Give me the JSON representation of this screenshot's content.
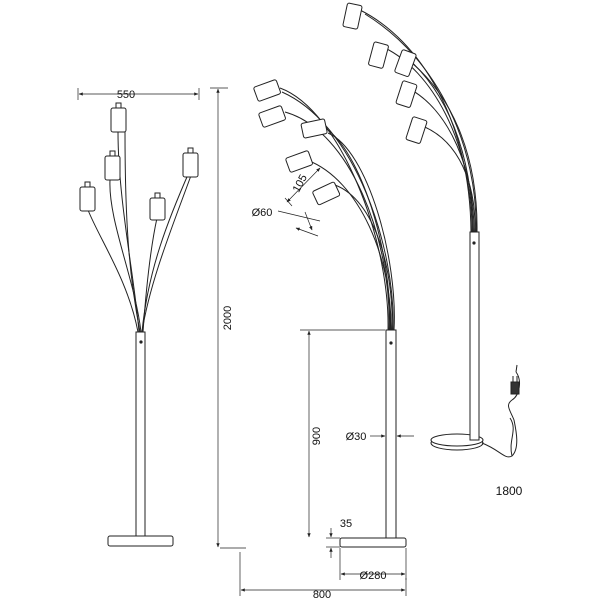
{
  "dimensions": {
    "width_arc": "550",
    "height_total": "2000",
    "shade_length": "105",
    "shade_diameter": "Ø60",
    "pole_height": "900",
    "pole_diameter": "Ø30",
    "base_height": "35",
    "base_diameter": "Ø280",
    "total_depth": "800",
    "cable_length": "1800"
  }
}
